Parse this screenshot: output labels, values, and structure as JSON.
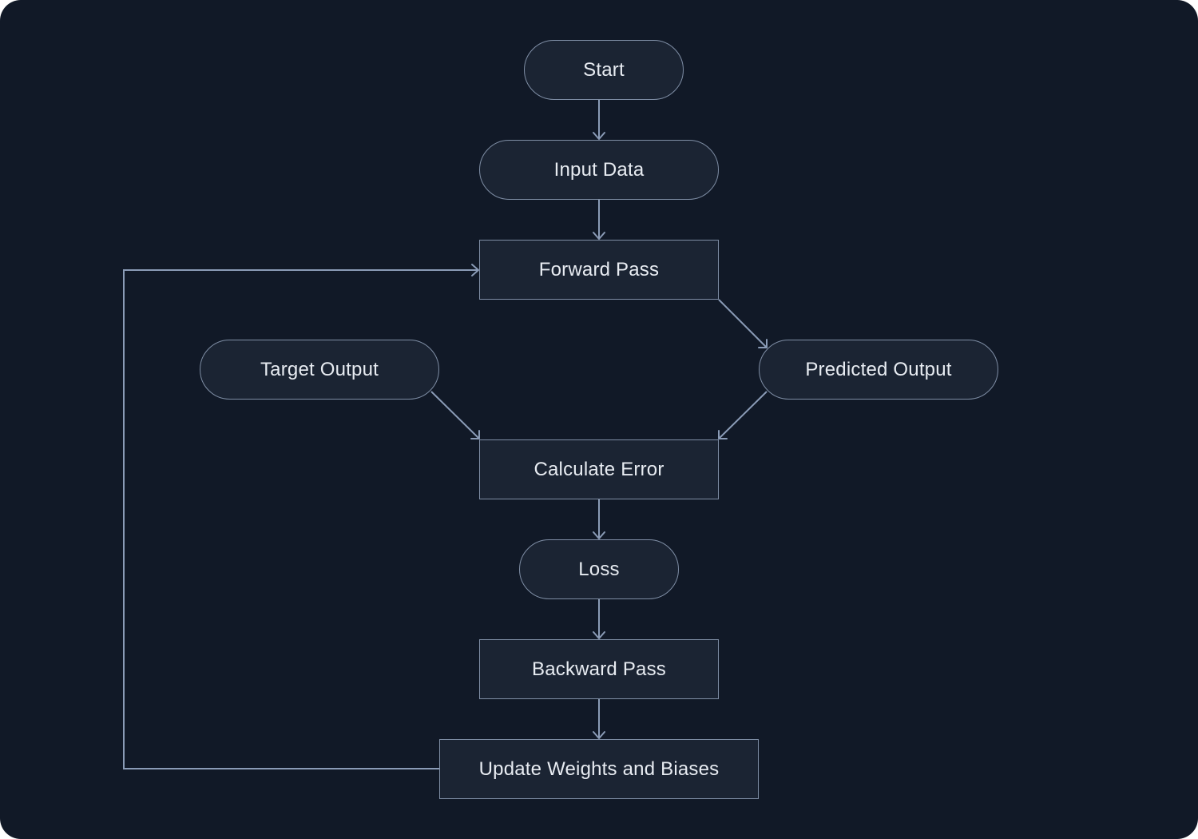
{
  "diagram": {
    "nodes": {
      "start": "Start",
      "input_data": "Input Data",
      "forward_pass": "Forward Pass",
      "target_output": "Target Output",
      "predicted_output": "Predicted Output",
      "calculate_error": "Calculate Error",
      "loss": "Loss",
      "backward_pass": "Backward Pass",
      "update_weights": "Update Weights and Biases"
    },
    "edges": [
      {
        "from": "Start",
        "to": "Input Data"
      },
      {
        "from": "Input Data",
        "to": "Forward Pass"
      },
      {
        "from": "Forward Pass",
        "to": "Predicted Output"
      },
      {
        "from": "Target Output",
        "to": "Calculate Error"
      },
      {
        "from": "Predicted Output",
        "to": "Calculate Error"
      },
      {
        "from": "Calculate Error",
        "to": "Loss"
      },
      {
        "from": "Loss",
        "to": "Backward Pass"
      },
      {
        "from": "Backward Pass",
        "to": "Update Weights and Biases"
      },
      {
        "from": "Update Weights and Biases",
        "to": "Forward Pass"
      }
    ],
    "colors": {
      "background": "#111927",
      "node_fill": "#1b2433",
      "node_border": "#7f8ea5",
      "edge": "#8a9bb6",
      "text": "#e8ecf2"
    }
  }
}
